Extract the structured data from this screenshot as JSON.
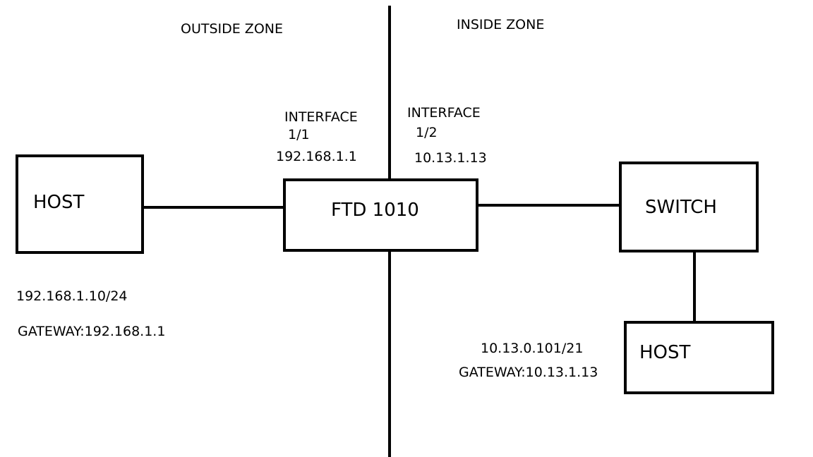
{
  "zones": {
    "outside": "OUTSIDE ZONE",
    "inside": "INSIDE ZONE"
  },
  "firewall": {
    "label": "FTD 1010",
    "outside_interface": {
      "title": "INTERFACE",
      "port": "1/1",
      "ip": "192.168.1.1"
    },
    "inside_interface": {
      "title": "INTERFACE",
      "port": "1/2",
      "ip": "10.13.1.13"
    }
  },
  "outside_host": {
    "label": "HOST",
    "ip": "192.168.1.10/24",
    "gateway": "GATEWAY:192.168.1.1"
  },
  "switch": {
    "label": "SWITCH"
  },
  "inside_host": {
    "label": "HOST",
    "ip": "10.13.0.101/21",
    "gateway": "GATEWAY:10.13.1.13"
  }
}
